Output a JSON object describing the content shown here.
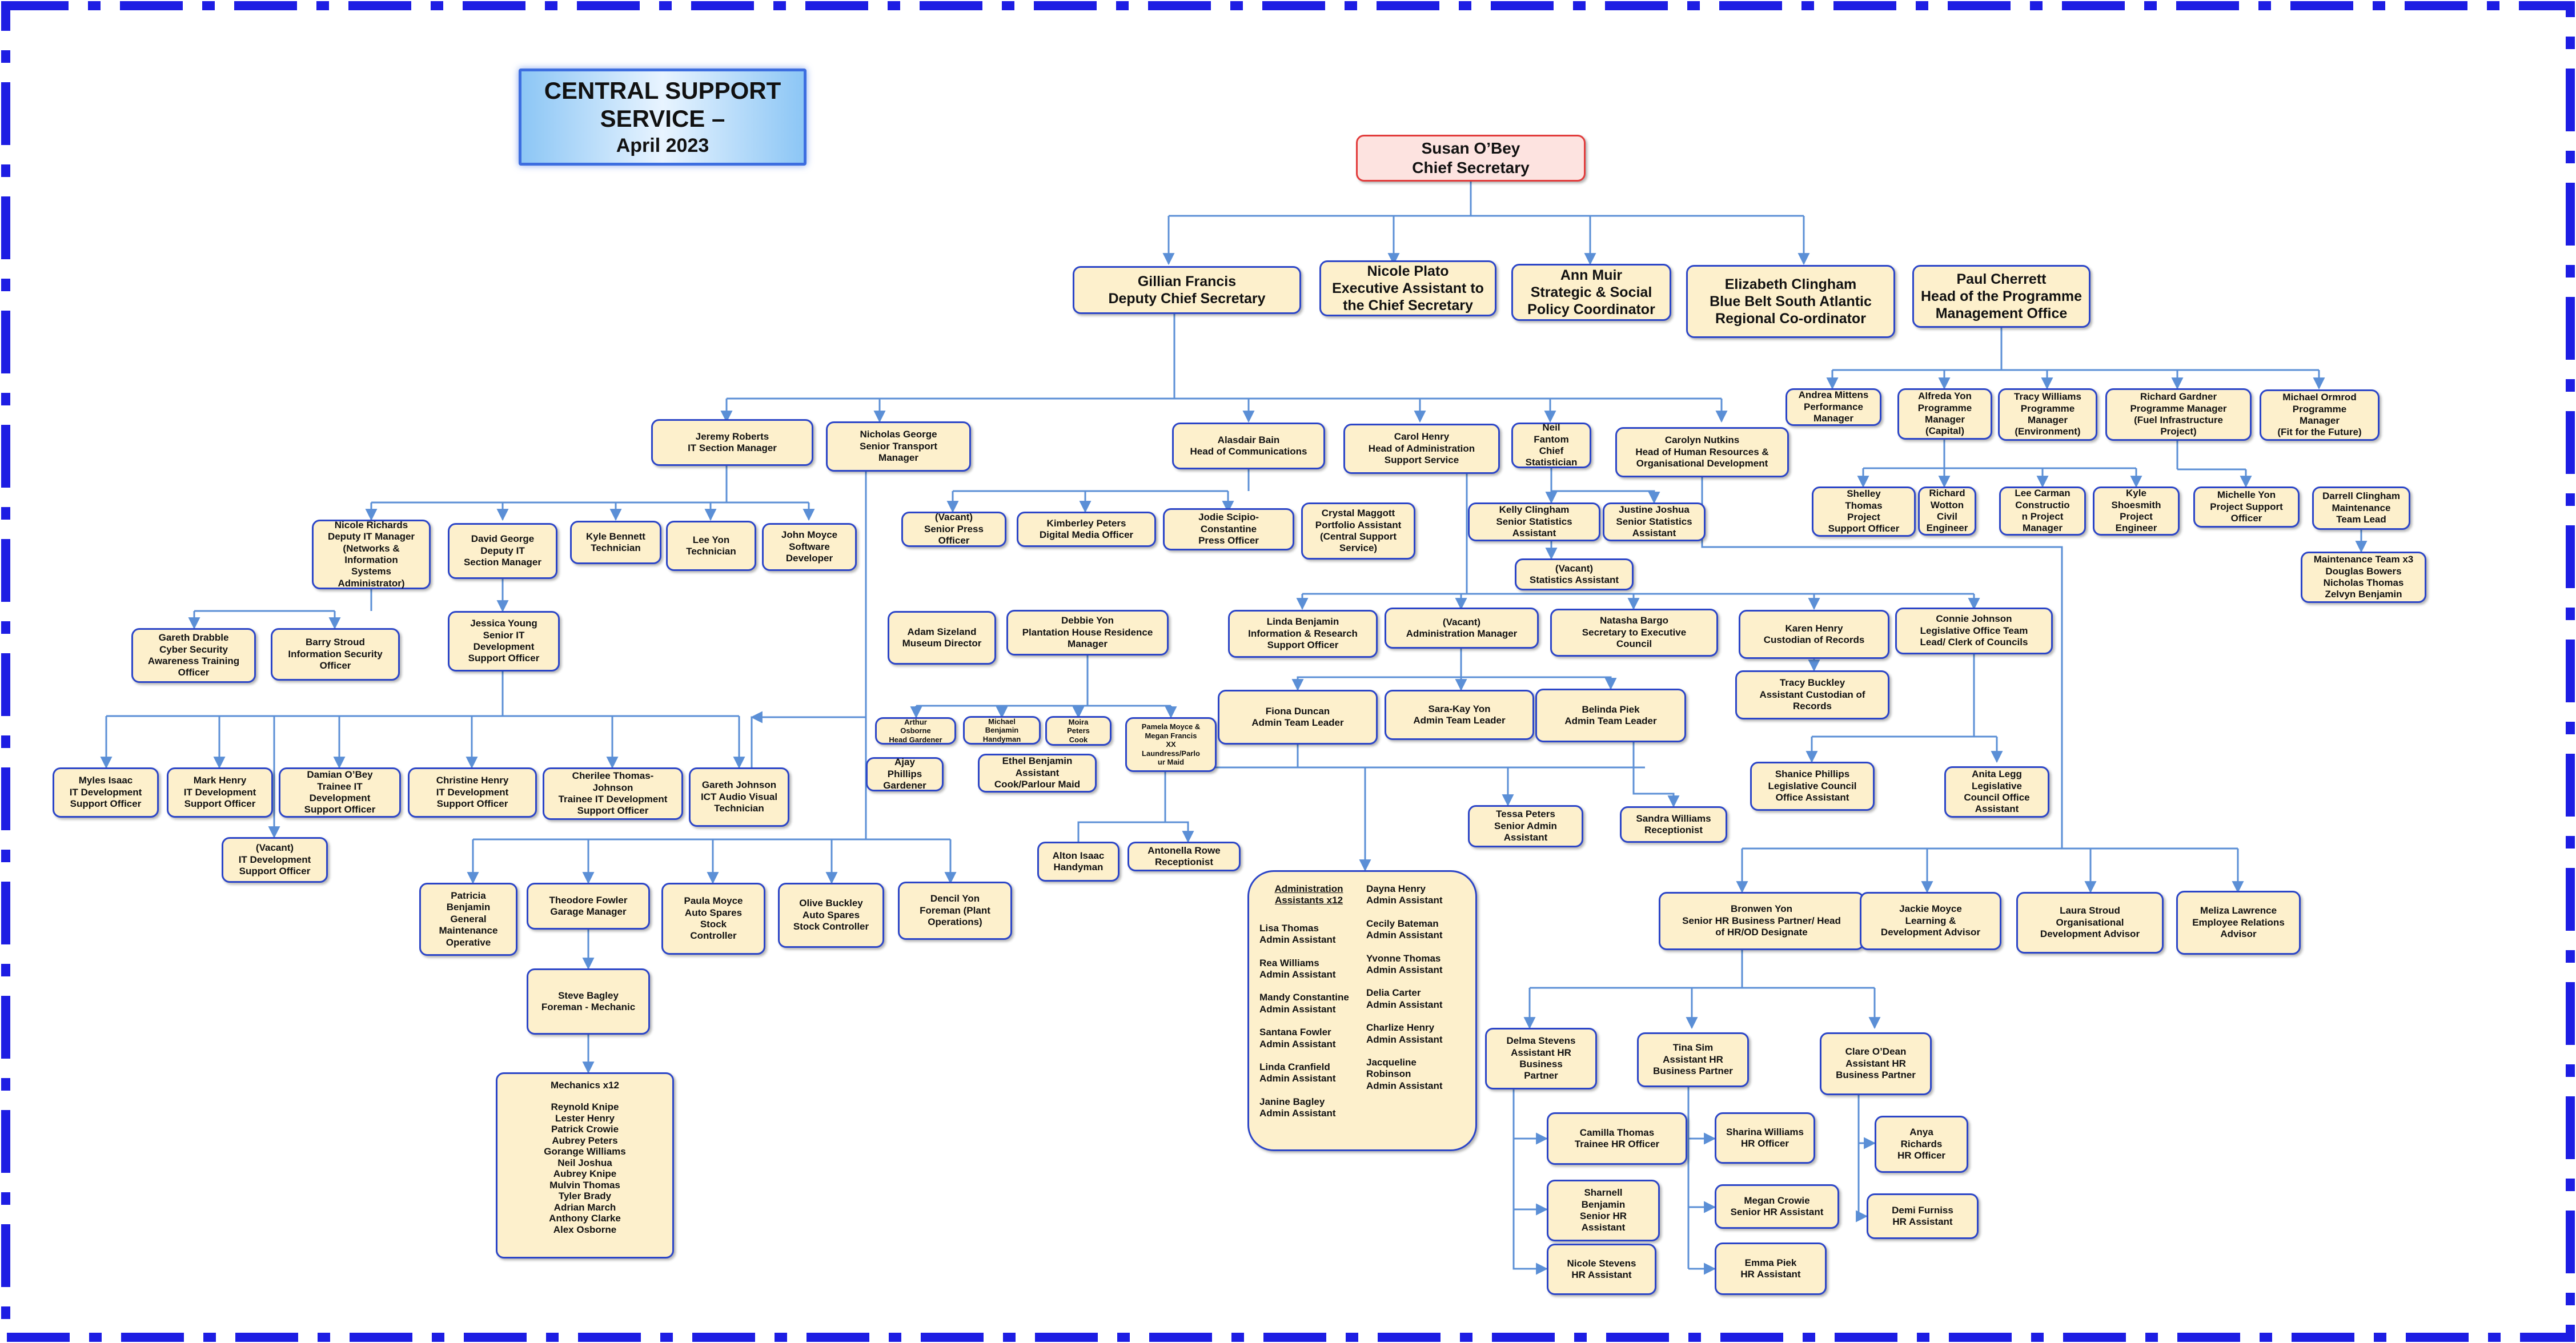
{
  "title": {
    "main": "CENTRAL SUPPORT\nSERVICE –",
    "sub": "April 2023"
  },
  "colors": {
    "node_fill": "#fdf0cc",
    "node_border": "#2b45c8",
    "head_fill": "#fde3e0",
    "head_border": "#e23b3b",
    "line": "#5b8fd6",
    "frame": "#1d1de3"
  },
  "nodes": {
    "chief": "Susan O’Bey\nChief Secretary",
    "deputy": "Gillian Francis\nDeputy Chief Secretary",
    "nplato": "Nicole Plato\nExecutive Assistant to\nthe Chief Secretary",
    "amuir": "Ann Muir\nStrategic & Social\nPolicy Coordinator",
    "eclingham": "Elizabeth Clingham\nBlue Belt South Atlantic\nRegional Co-ordinator",
    "pcherrett": "Paul Cherrett\nHead of the Programme\nManagement Office",
    "amittens": "Andrea Mittens\nPerformance\nManager",
    "ayon": "Alfreda Yon\nProgramme\nManager\n(Capital)",
    "twilliams": "Tracy Williams\nProgramme\nManager\n(Environment)",
    "rgardner": "Richard Gardner\nProgramme Manager\n(Fuel Infrastructure\nProject)",
    "mormrod": "Michael Ormrod\nProgramme\nManager\n(Fit for the Future)",
    "sthomas": "Shelley\nThomas\nProject\nSupport Officer",
    "rwotton": "Richard\nWotton\nCivil\nEngineer",
    "lcarman": "Lee Carman\nConstructio\nn Project\nManager",
    "kshoesmith": "Kyle\nShoesmith\nProject\nEngineer",
    "myon": "Michelle Yon\nProject Support\nOfficer",
    "dclingham": "Darrell Clingham\nMaintenance\nTeam Lead",
    "mteam": "Maintenance Team x3\nDouglas Bowers\nNicholas Thomas\nZelvyn Benjamin",
    "jroberts": "Jeremy Roberts\nIT Section Manager",
    "ngeorge": "Nicholas George\nSenior Transport\nManager",
    "abain": "Alasdair Bain\nHead of Communications",
    "chenry": "Carol Henry\nHead of Administration\nSupport Service",
    "nfantom": "Neil\nFantom\nChief\nStatistician",
    "cnutkins": "Carolyn Nutkins\nHead of Human Resources &\nOrganisational Development",
    "nrichards": "Nicole Richards\nDeputy IT Manager\n(Networks &\nInformation\nSystems\nAdministrator)",
    "dgeorge": "David George\nDeputy IT\nSection Manager",
    "kbennett": "Kyle Bennett\nTechnician",
    "lyon": "Lee Yon\nTechnician",
    "jmoyce": "John Moyce\nSoftware\nDeveloper",
    "vacpress": "(Vacant)\nSenior Press\nOfficer",
    "kpeters": "Kimberley Peters\nDigital Media Officer",
    "jscipio": "Jodie Scipio-\nConstantine\nPress Officer",
    "cmaggott": "Crystal Maggott\nPortfolio Assistant\n(Central Support\nService)",
    "kclingham": "Kelly Clingham\nSenior Statistics\nAssistant",
    "jjoshua": "Justine Joshua\nSenior Statistics\nAssistant",
    "vacstats": "(Vacant)\nStatistics Assistant",
    "gdrabble": "Gareth Drabble\nCyber Security\nAwareness Training\nOfficer",
    "bstroud": "Barry Stroud\nInformation Security\nOfficer",
    "jyoung": "Jessica Young\nSenior IT\nDevelopment\nSupport Officer",
    "asizeland": "Adam Sizeland\nMuseum Director",
    "dyon": "Debbie Yon\nPlantation House Residence\nManager",
    "lbenjamin": "Linda Benjamin\nInformation & Research\nSupport Officer",
    "vacadmin": "(Vacant)\nAdministration Manager",
    "nbargo": "Natasha Bargo\nSecretary to Executive\nCouncil",
    "khenry": "Karen Henry\nCustodian of Records",
    "cjohnson": "Connie Johnson\nLegislative Office Team\nLead/ Clerk of Councils",
    "tbuckley": "Tracy Buckley\nAssistant Custodian of\nRecords",
    "aosborne": "Arthur\nOsborne\nHead Gardener",
    "mbenjamin": "Michael\nBenjamin\nHandyman",
    "mpeters": "Moira\nPeters\nCook",
    "pmoyce": "Pamela Moyce &\nMegan Francis\nXX\nLaundress/Parlo\nur Maid",
    "aphillips": "Ajay\nPhillips\nGardener",
    "ebenjamin": "Ethel Benjamin\nAssistant\nCook/Parlour Maid",
    "fduncan": "Fiona Duncan\nAdmin Team Leader",
    "skyon": "Sara-Kay Yon\nAdmin Team Leader",
    "bpiek": "Belinda Piek\nAdmin Team Leader",
    "sphillips": "Shanice Phillips\nLegislative Council\nOffice Assistant",
    "alegg": "Anita Legg\nLegislative\nCouncil Office\nAssistant",
    "misaac": "Myles Isaac\nIT Development\nSupport Officer",
    "mhenry": "Mark Henry\nIT Development\nSupport Officer",
    "dobey": "Damian O’Bey\nTrainee IT\nDevelopment\nSupport Officer",
    "chenry2": "Christine Henry\nIT Development\nSupport Officer",
    "cthomas": "Cherilee Thomas-\nJohnson\nTrainee IT Development\nSupport Officer",
    "gjohnson": "Gareth Johnson\nICT Audio Visual\nTechnician",
    "vacit": "(Vacant)\nIT Development\nSupport Officer",
    "tpeters": "Tessa Peters\nSenior Admin\nAssistant",
    "swilliams": "Sandra Williams\nReceptionist",
    "aisaac": "Alton Isaac\nHandyman",
    "arowe": "Antonella Rowe\nReceptionist",
    "pbenjamin": "Patricia\nBenjamin\nGeneral\nMaintenance\nOperative",
    "tfowler": "Theodore Fowler\nGarage Manager",
    "pmoyce2": "Paula Moyce\nAuto Spares\nStock\nController",
    "obuckley": "Olive Buckley\nAuto Spares\nStock Controller",
    "dyon2": "Dencil Yon\nForeman (Plant\nOperations)",
    "sbagley": "Steve Bagley\nForeman - Mechanic",
    "byon": "Bronwen Yon\nSenior HR Business Partner/ Head\nof HR/OD Designate",
    "jmoyce2": "Jackie Moyce\nLearning &\nDevelopment Advisor",
    "lstroud": "Laura Stroud\nOrganisational\nDevelopment Advisor",
    "llawrence": "Meliza Lawrence\nEmployee Relations\nAdvisor",
    "dstevens": "Delma Stevens\nAssistant HR\nBusiness\nPartner",
    "tsim": "Tina Sim\nAssistant HR\nBusiness Partner",
    "codean": "Clare O’Dean\nAssistant HR\nBusiness Partner",
    "cthomas2": "Camilla Thomas\nTrainee HR Officer",
    "sbenjamin": "Sharnell\nBenjamin\nSenior HR\nAssistant",
    "nstevens": "Nicole Stevens\nHR Assistant",
    "swilliams2": "Sharina Williams\nHR Officer",
    "mcrowie": "Megan Crowie\nSenior HR Assistant",
    "epiek": "Emma Piek\nHR Assistant",
    "arichards": "Anya\nRichards\nHR Officer",
    "dfurniss": "Demi Furniss\nHR Assistant"
  },
  "mechanics": {
    "header": "Mechanics x12",
    "names": [
      "Reynold Knipe",
      "Lester Henry",
      "Patrick Crowie",
      "Aubrey Peters",
      "Gorange Williams",
      "Neil Joshua",
      "Aubrey Knipe",
      "Mulvin Thomas",
      "Tyler Brady",
      "Adrian March",
      "Anthony Clarke",
      "Alex Osborne"
    ]
  },
  "admin_assistants": {
    "header": "Administration\nAssistants x12",
    "left": [
      "Lisa Thomas\nAdmin Assistant",
      "Rea Williams\nAdmin Assistant",
      "Mandy Constantine\nAdmin Assistant",
      "Santana Fowler\nAdmin Assistant",
      "Linda Cranfield\nAdmin Assistant",
      "Janine Bagley\nAdmin Assistant"
    ],
    "right": [
      "Dayna Henry\nAdmin Assistant",
      "Cecily Bateman\nAdmin Assistant",
      "Yvonne Thomas\nAdmin Assistant",
      "Delia Carter\nAdmin Assistant",
      "Charlize Henry\nAdmin Assistant",
      "Jacqueline\nRobinson\nAdmin Assistant"
    ]
  }
}
